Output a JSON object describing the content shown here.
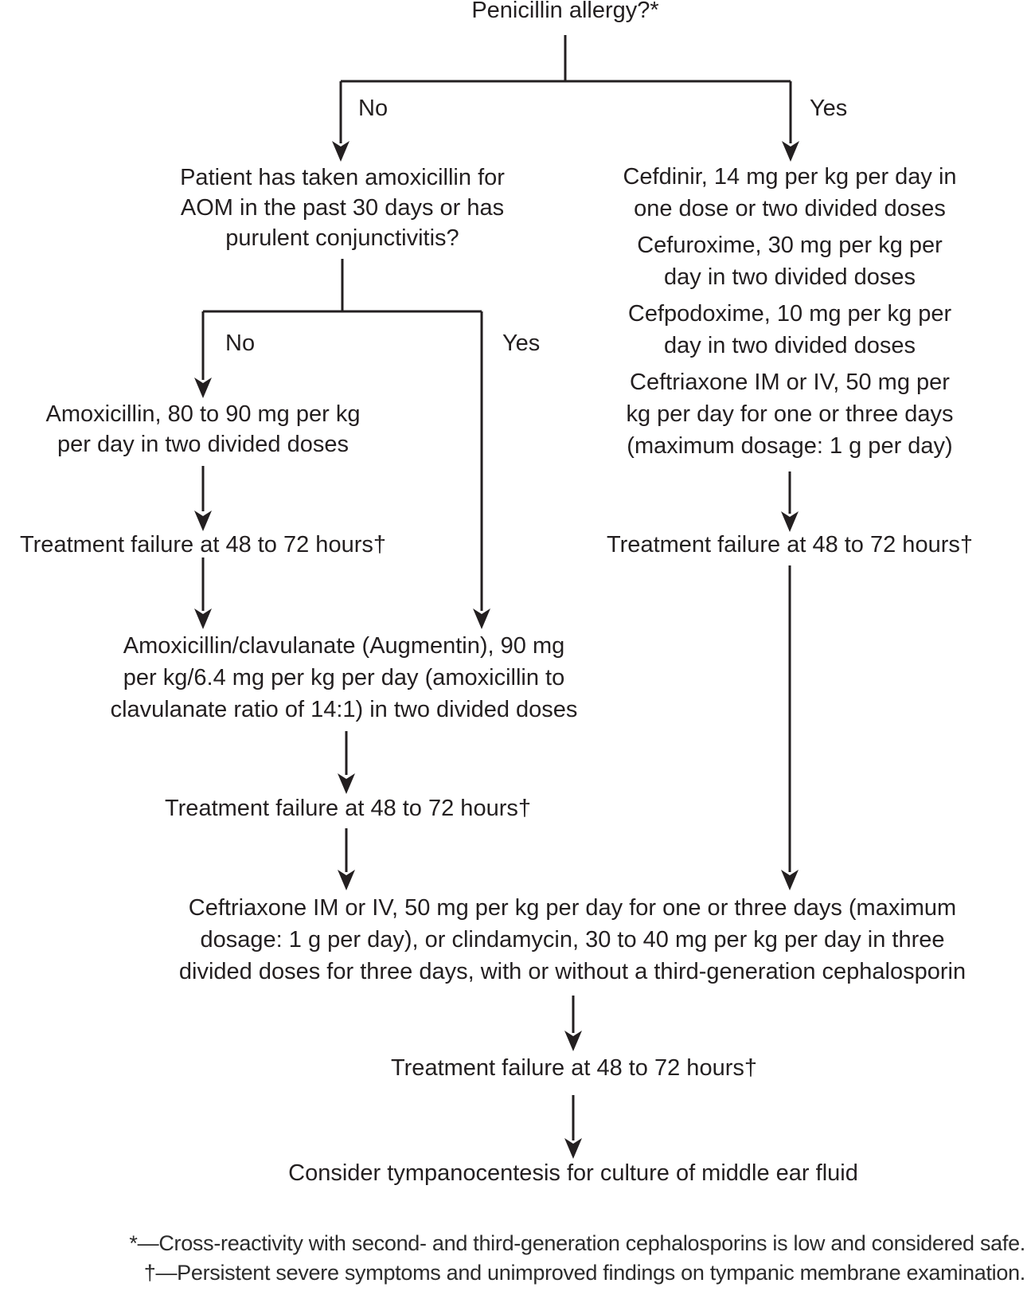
{
  "flow": {
    "root": {
      "lines": [
        "Penicillin allergy?*"
      ]
    },
    "labels": {
      "no1": "No",
      "yes1": "Yes",
      "no2": "No",
      "yes2": "Yes"
    },
    "question": {
      "lines": [
        "Patient has taken amoxicillin for",
        "AOM in the past 30 days or has",
        "purulent conjunctivitis?"
      ]
    },
    "right_drugs": [
      {
        "lines": [
          "Cefdinir, 14 mg per kg per day in",
          "one dose or two divided doses"
        ]
      },
      {
        "lines": [
          "Cefuroxime, 30 mg per kg per",
          "day in two divided doses"
        ]
      },
      {
        "lines": [
          "Cefpodoxime, 10 mg per kg per",
          "day in two divided doses"
        ]
      },
      {
        "lines": [
          "Ceftriaxone IM or IV, 50 mg per",
          "kg per day for one or three days",
          "(maximum dosage: 1 g per day)"
        ]
      }
    ],
    "amoxicillin": {
      "lines": [
        "Amoxicillin, 80 to 90 mg per kg",
        "per day in two divided doses"
      ]
    },
    "treatment_failure": "Treatment failure at 48 to 72 hours†",
    "augmentin": {
      "lines": [
        "Amoxicillin/clavulanate (Augmentin), 90 mg",
        "per kg/6.4 mg per kg per day (amoxicillin to",
        "clavulanate ratio of 14:1) in two divided doses"
      ]
    },
    "merge": {
      "lines": [
        "Ceftriaxone IM or IV, 50 mg per kg per day for one or three days (maximum",
        "dosage: 1 g per day), or clindamycin, 30 to 40 mg per kg per day in three",
        "divided doses for three days, with or without a third-generation cephalosporin"
      ]
    },
    "final": {
      "lines": [
        "Consider tympanocentesis for culture of middle ear fluid"
      ]
    },
    "footnotes": [
      "*—Cross-reactivity with second- and third-generation cephalosporins is low and considered safe.",
      "†—Persistent severe symptoms and unimproved findings on tympanic membrane examination."
    ],
    "colors": {
      "ink": "#231f20",
      "background": "#ffffff"
    }
  }
}
